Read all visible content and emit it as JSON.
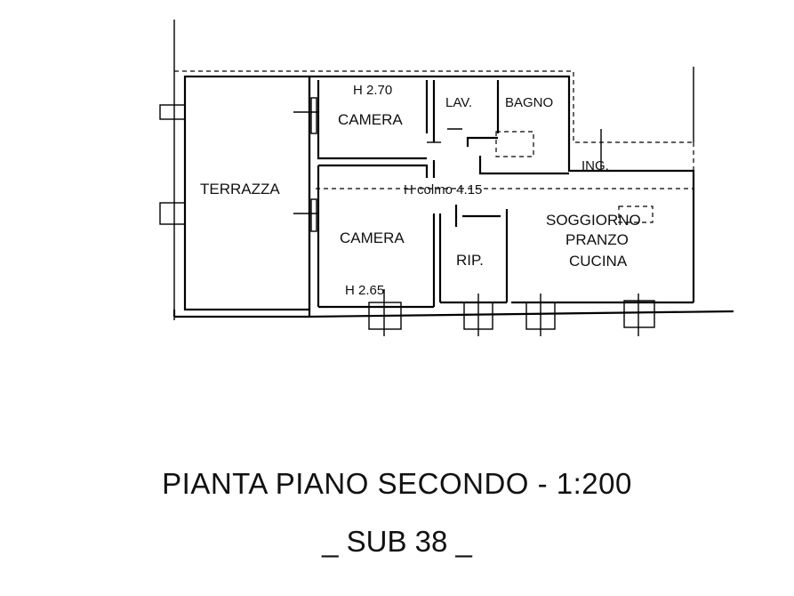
{
  "rooms": {
    "terrazza": "TERRAZZA",
    "camera_top": "CAMERA",
    "camera_top_height": "H 2.70",
    "lav": "LAV.",
    "bagno": "BAGNO",
    "ing": "ING.",
    "colmo": "H colmo 4.15",
    "camera_bottom": "CAMERA",
    "camera_bottom_height": "H 2.65",
    "rip": "RIP.",
    "soggiorno": "SOGGIORNO",
    "pranzo": "PRANZO",
    "cucina": "CUCINA"
  },
  "title": "PIANTA PIANO SECONDO - 1:200",
  "subtitle": "_ SUB 38 _"
}
